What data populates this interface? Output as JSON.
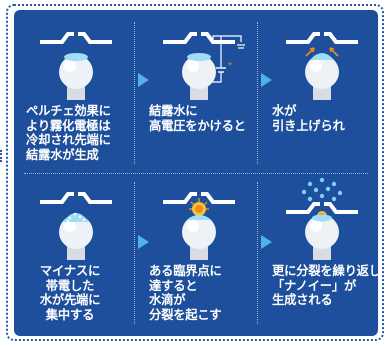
{
  "colors": {
    "panel": "#1d4f9c",
    "accent_arrow": "#4fb3ea",
    "text": "#ffffff",
    "droplet": "#7fd0f5",
    "spark": "#f08a1c"
  },
  "steps": [
    {
      "caption": "ペルチェ効果に\nより霧化電極は\n冷却され先端に\n結露水が生成",
      "align": "left"
    },
    {
      "caption": "結露水に\n高電圧をかけると",
      "align": "left"
    },
    {
      "caption": "水が\n引き上げられ",
      "align": "left"
    },
    {
      "caption": "マイナスに\n帯電した\n水が先端に\n集中する",
      "align": "center"
    },
    {
      "caption": "ある臨界点に\n達すると\n水滴が\n分裂を起こす",
      "align": "left"
    },
    {
      "caption": "更に分裂を繰り返し\n「ナノイー」が\n生成される",
      "align": "left"
    }
  ]
}
